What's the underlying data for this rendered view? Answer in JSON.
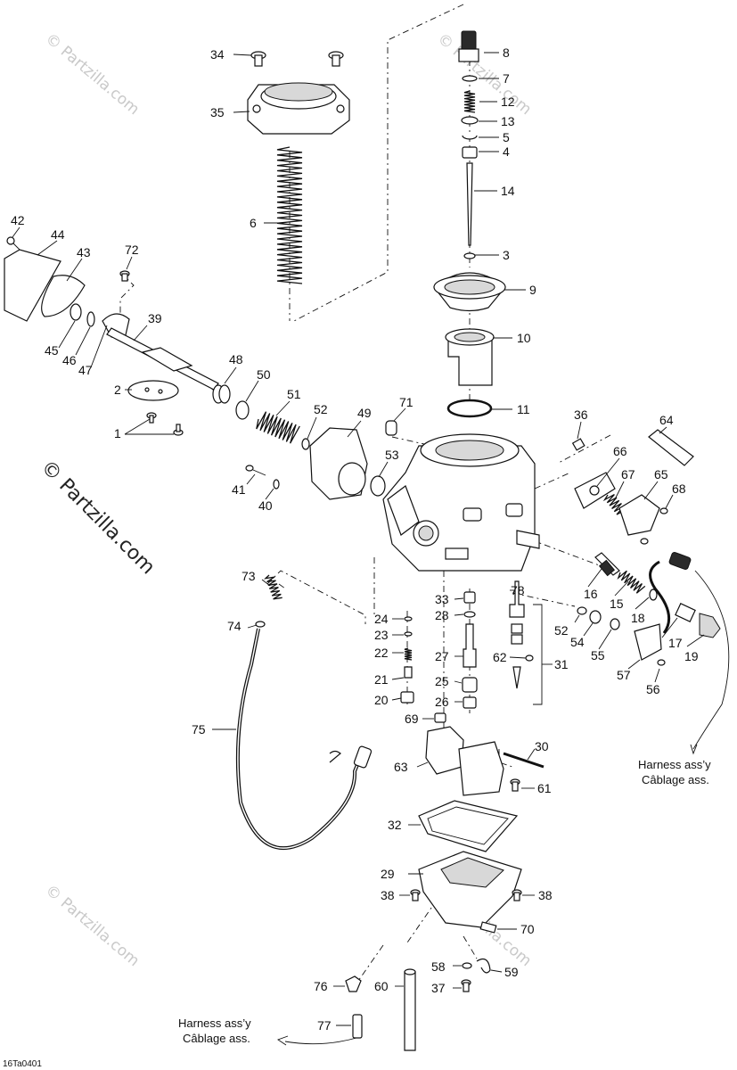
{
  "callouts": {
    "p1": "1",
    "p2": "2",
    "p3": "3",
    "p4": "4",
    "p5": "5",
    "p6": "6",
    "p7": "7",
    "p8": "8",
    "p9": "9",
    "p10": "10",
    "p11": "11",
    "p12": "12",
    "p13": "13",
    "p14": "14",
    "p15": "15",
    "p16": "16",
    "p17": "17",
    "p18": "18",
    "p19": "19",
    "p20": "20",
    "p21": "21",
    "p22": "22",
    "p23": "23",
    "p24": "24",
    "p25": "25",
    "p26": "26",
    "p27": "27",
    "p28": "28",
    "p29": "29",
    "p30": "30",
    "p31": "31",
    "p32": "32",
    "p33": "33",
    "p34": "34",
    "p35": "35",
    "p36": "36",
    "p37": "37",
    "p38": "38",
    "p39": "39",
    "p40": "40",
    "p41": "41",
    "p42": "42",
    "p43": "43",
    "p44": "44",
    "p45": "45",
    "p46": "46",
    "p47": "47",
    "p48": "48",
    "p49": "49",
    "p50": "50",
    "p51": "51",
    "p52": "52",
    "p53": "53",
    "p54": "54",
    "p55": "55",
    "p56": "56",
    "p57": "57",
    "p58": "58",
    "p59": "59",
    "p60": "60",
    "p61": "61",
    "p62": "62",
    "p63": "63",
    "p64": "64",
    "p65": "65",
    "p66": "66",
    "p67": "67",
    "p68": "68",
    "p69": "69",
    "p70": "70",
    "p71": "71",
    "p72": "72",
    "p73": "73",
    "p74": "74",
    "p75": "75",
    "p76": "76",
    "p77": "77",
    "p78": "78"
  },
  "notes": {
    "harness_right_en": "Harness ass’y",
    "harness_right_fr": "Câblage ass.",
    "harness_left_en": "Harness ass’y",
    "harness_left_fr": "Câblage ass."
  },
  "watermark": {
    "main": "© Partzilla.com",
    "faint": "© Partzilla.com"
  },
  "figure_code": "16Ta0401"
}
